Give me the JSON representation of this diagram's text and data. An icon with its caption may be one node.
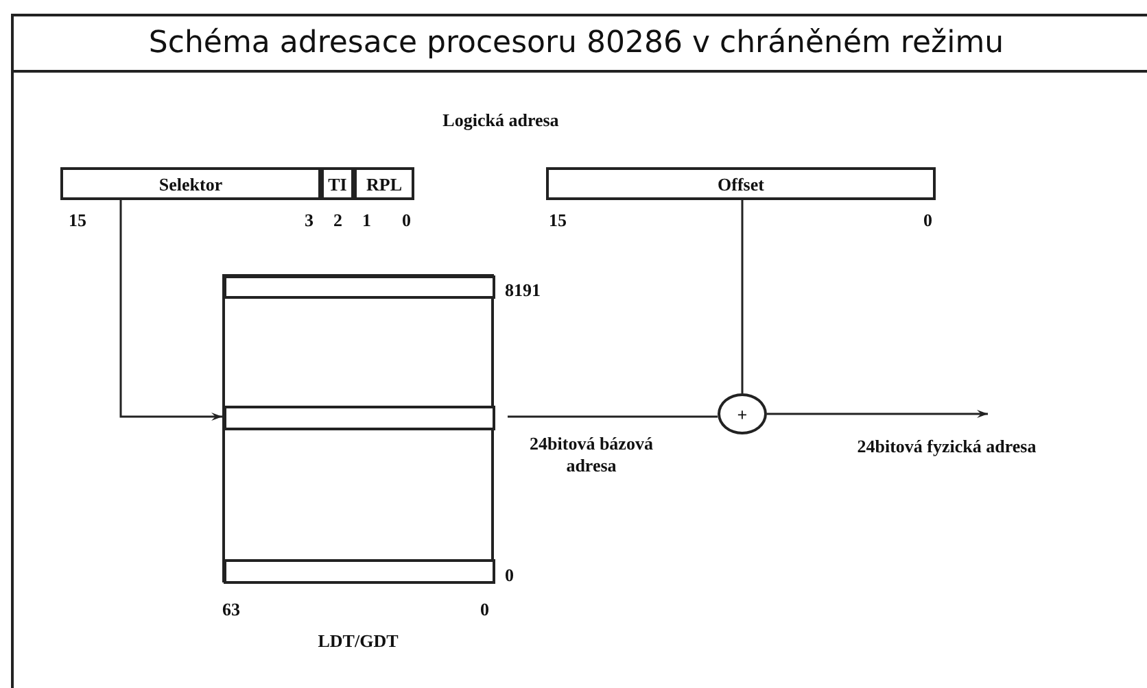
{
  "diagram": {
    "title": "Schéma adresace procesoru 80286 v chráněném režimu",
    "nodes": [
      {
        "text": [
          "Selektor"
        ]
      },
      {
        "text": [
          "TI"
        ]
      },
      {
        "text": [
          "RPL"
        ]
      },
      {
        "text": [
          "Offset"
        ]
      },
      {
        "text": [],
        "shape": "box",
        "beside": [
          "LDT/GDT"
        ]
      },
      {
        "text": [],
        "shape": "box",
        "in": 4
      },
      {
        "text": [],
        "shape": "box",
        "in": 4
      },
      {
        "text": [],
        "shape": "box",
        "in": 4
      },
      {
        "text": [
          "+"
        ]
      }
    ],
    "edges": [
      {
        "from": 0,
        "to": 6,
        "arrow": "to"
      },
      {
        "from": 6,
        "to": 8,
        "arrow": "none",
        "label": "24bitová bázová adresa"
      },
      {
        "from": 3,
        "to": 8,
        "arrow": "none"
      },
      {
        "from": 8,
        "to": null,
        "arrow": "to",
        "label": "24bitová fyzická adresa"
      }
    ],
    "labels": [
      "Logická adresa",
      "15",
      "3",
      "2",
      "1",
      "0",
      "15",
      "0",
      "8191",
      "0",
      "63",
      "0"
    ]
  }
}
